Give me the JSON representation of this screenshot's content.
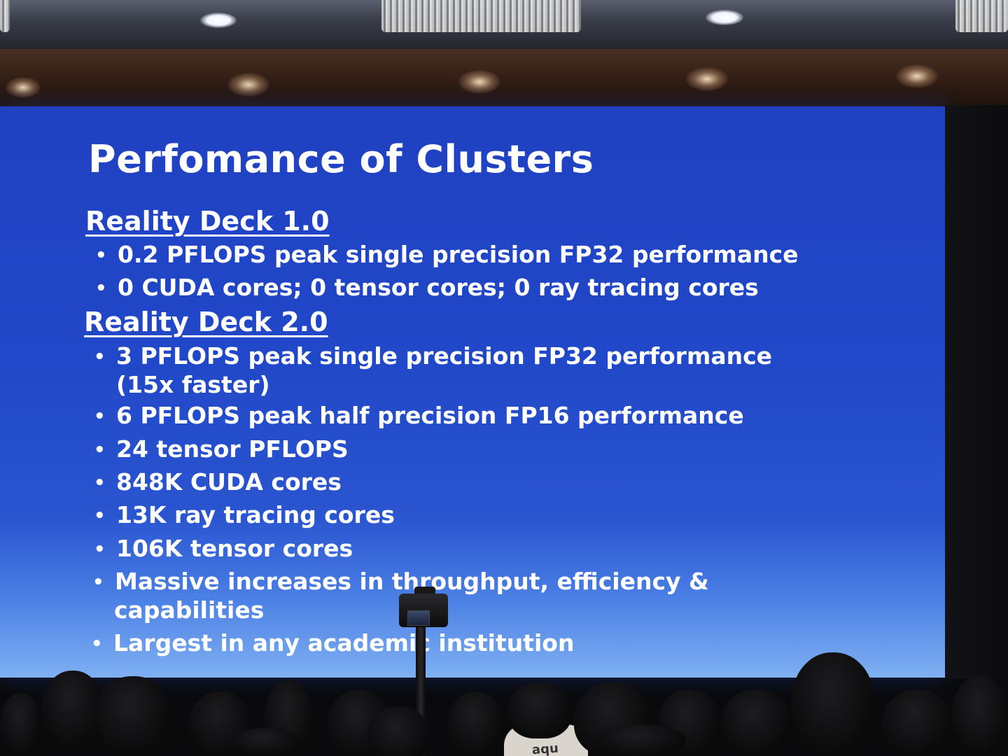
{
  "slide": {
    "title": "Perfomance of Clusters",
    "sections": [
      {
        "heading": "Reality Deck 1.0",
        "bullets": [
          "0.2 PFLOPS peak single precision FP32 performance",
          "0 CUDA cores;  0 tensor cores;  0 ray tracing cores"
        ]
      },
      {
        "heading": "Reality Deck 2.0",
        "bullets": [
          "3 PFLOPS peak single precision FP32 performance",
          "(15x faster)",
          "6 PFLOPS peak half precision FP16 performance",
          "24 tensor PFLOPS",
          "848K CUDA cores",
          "13K ray tracing cores",
          "106K tensor cores",
          "Massive increases in throughput, efficiency &",
          "capabilities",
          "Largest in any academic institution"
        ]
      }
    ],
    "bullet_glyph": "•"
  },
  "audience": {
    "shirt_text": "aqu"
  },
  "colors": {
    "screen_blue": "#2148c8",
    "text": "#ffffff"
  }
}
